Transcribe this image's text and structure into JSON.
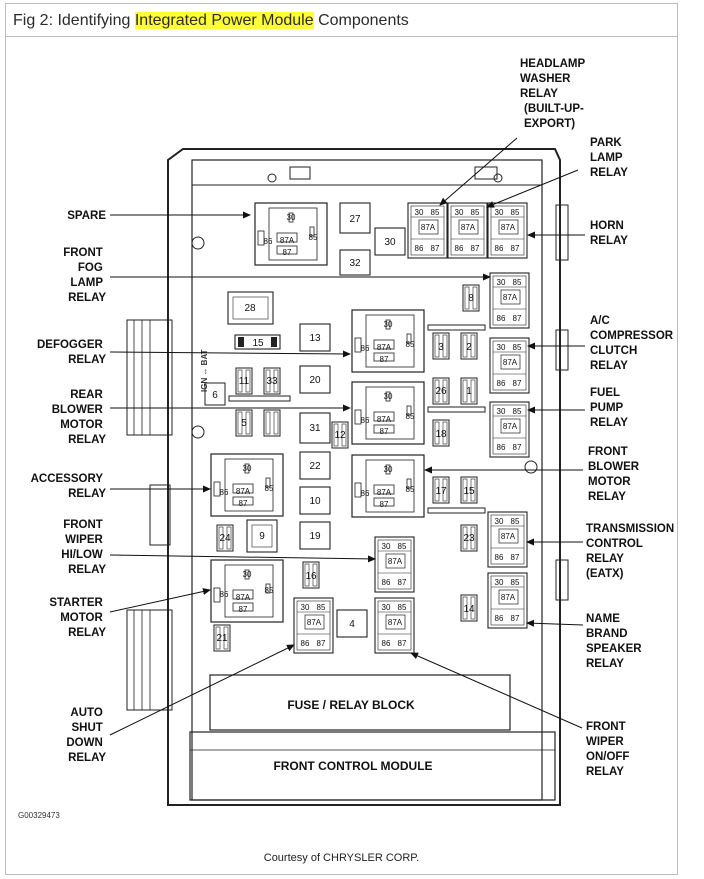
{
  "title": {
    "prefix": "Fig 2: Identifying ",
    "highlight": "Integrated Power Module",
    "suffix": " Components"
  },
  "left_labels": {
    "spare": [
      "SPARE"
    ],
    "front_fog": [
      "FRONT",
      "FOG",
      "LAMP",
      "RELAY"
    ],
    "defogger": [
      "DEFOGGER",
      "RELAY"
    ],
    "rear_blower": [
      "REAR",
      "BLOWER",
      "MOTOR",
      "RELAY"
    ],
    "accessory": [
      "ACCESSORY",
      "RELAY"
    ],
    "front_wiper_hilow": [
      "FRONT",
      "WIPER",
      "HI/LOW",
      "RELAY"
    ],
    "starter": [
      "STARTER",
      "MOTOR",
      "RELAY"
    ],
    "asd": [
      "AUTO",
      "SHUT",
      "DOWN",
      "RELAY"
    ]
  },
  "right_labels": {
    "headlamp_washer": [
      "HEADLAMP",
      "WASHER",
      "RELAY",
      "(BUILT-UP-",
      "EXPORT)"
    ],
    "park_lamp": [
      "PARK",
      "LAMP",
      "RELAY"
    ],
    "horn": [
      "HORN",
      "RELAY"
    ],
    "ac_clutch": [
      "A/C",
      "COMPRESSOR",
      "CLUTCH",
      "RELAY"
    ],
    "fuel_pump": [
      "FUEL",
      "PUMP",
      "RELAY"
    ],
    "front_blower": [
      "FRONT",
      "BLOWER",
      "MOTOR",
      "RELAY"
    ],
    "transmission": [
      "TRANSMISSION",
      "CONTROL",
      "RELAY",
      "(EATX)"
    ],
    "name_brand": [
      "NAME",
      "BRAND",
      "SPEAKER",
      "RELAY"
    ],
    "front_wiper_onoff": [
      "FRONT",
      "WIPER",
      "ON/OFF",
      "RELAY"
    ]
  },
  "pins": {
    "p30": "30",
    "p85": "85",
    "p86": "86",
    "p87": "87",
    "p87a": "87A"
  },
  "fuses": {
    "f27": "27",
    "f30": "30",
    "f32": "32",
    "f28": "28",
    "f13": "13",
    "f15": "15",
    "f20": "20",
    "f11": "11",
    "f33": "33",
    "f6": "6",
    "f5": "5",
    "f31": "31",
    "f12": "12",
    "f22": "22",
    "f10": "10",
    "f19": "19",
    "f9": "9",
    "f24": "24",
    "f16": "16",
    "f21": "21",
    "f4": "4",
    "f8": "8",
    "f3": "3",
    "f2": "2",
    "f26": "26",
    "f1": "1",
    "f18": "18",
    "f17": "17",
    "f25": "15",
    "f23": "23",
    "f14": "14"
  },
  "ign_bat": "IGN ↔ BAT",
  "fuse_block": "FUSE / RELAY BLOCK",
  "front_control_module": "FRONT CONTROL MODULE",
  "part_code": "G00329473",
  "courtesy": "Courtesy of CHRYSLER CORP."
}
